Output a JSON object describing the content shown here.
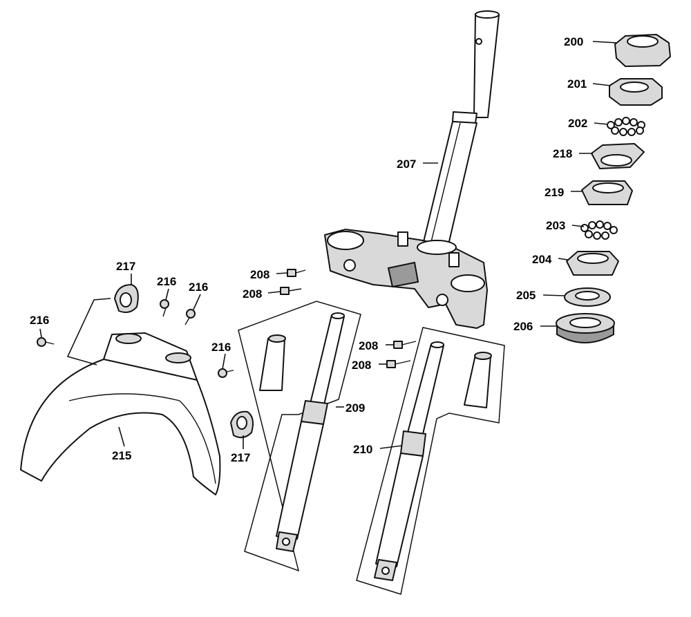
{
  "labels": {
    "l200": "200",
    "l201": "201",
    "l202": "202",
    "l218": "218",
    "l219": "219",
    "l203": "203",
    "l204": "204",
    "l205": "205",
    "l206": "206",
    "l207": "207",
    "l208a": "208",
    "l208b": "208",
    "l208c": "208",
    "l208d": "208",
    "l209": "209",
    "l210": "210",
    "l215": "215",
    "l216a": "216",
    "l216b": "216",
    "l216c": "216",
    "l216d": "216",
    "l217a": "217",
    "l217b": "217"
  }
}
